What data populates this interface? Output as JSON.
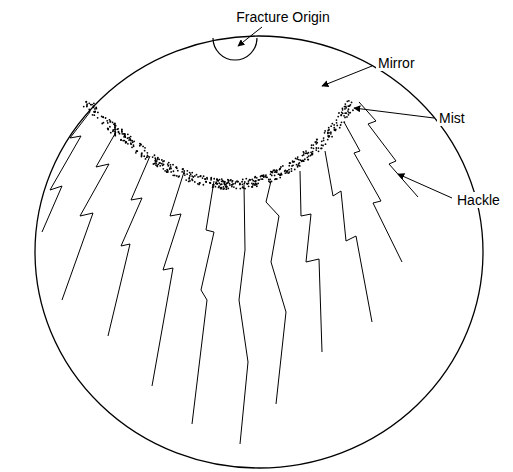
{
  "diagram": {
    "labels": [
      "Fracture Origin",
      "Mirror",
      "Mist",
      "Hackle"
    ]
  }
}
